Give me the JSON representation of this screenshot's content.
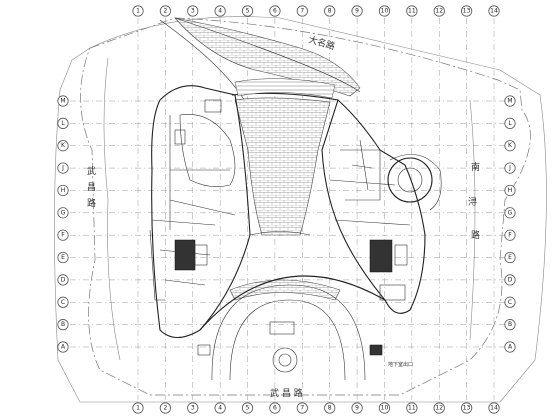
{
  "drawing": {
    "type": "architectural site plan / ground floor plan",
    "background": "#ffffff",
    "line_color": "#222222"
  },
  "grid": {
    "columns": [
      "1",
      "2",
      "3",
      "4",
      "5",
      "6",
      "7",
      "8",
      "9",
      "10",
      "11",
      "12",
      "13",
      "14"
    ],
    "rows": [
      "M",
      "L",
      "K",
      "J",
      "H",
      "G",
      "F",
      "E",
      "D",
      "C",
      "B",
      "A"
    ]
  },
  "roads": {
    "north": "大名路",
    "west_top": "武",
    "west_mid": "昌",
    "west_bottom": "路",
    "east_top": "南",
    "east_mid": "浔",
    "east_bottom": "路",
    "south": "武 昌 路"
  },
  "labels": {
    "underground_entry": "地下室出口"
  }
}
